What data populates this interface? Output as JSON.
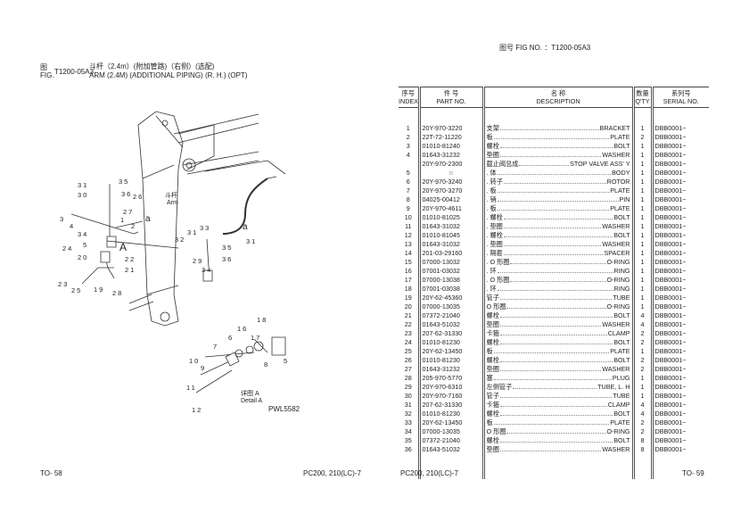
{
  "header": {
    "fig_no_label": "图号 FIG NO. ：T1200-05A3",
    "fig_cn": "图",
    "fig_en": "FIG.",
    "fig_code": "T1200-05A3",
    "title_cn": "斗杆（2.4m）(附加管路)（右侧）(选配)",
    "title_en": "ARM (2.4M) (ADDITIONAL PIPING) (R. H.) (OPT)"
  },
  "table": {
    "headers": {
      "index_cn": "序号",
      "index_en": "INDEX",
      "part_cn": "件 号",
      "part_en": "PART NO.",
      "desc_cn": "名 称",
      "desc_en": "DESCRIPTION",
      "qty_cn": "数量",
      "qty_en": "Q'TY",
      "serial_cn": "系列号",
      "serial_en": "SERIAL NO."
    },
    "rows": [
      {
        "i": "1",
        "p": "20Y-970-3220",
        "cn": "支架",
        "en": "BRACKET",
        "q": "1",
        "s": "DBB0001~"
      },
      {
        "i": "2",
        "p": "22T-72-11220",
        "cn": "板",
        "en": "PLATE",
        "q": "2",
        "s": "DBB0001~"
      },
      {
        "i": "3",
        "p": "01010-81240",
        "cn": "螺栓",
        "en": "BOLT",
        "q": "1",
        "s": "DBB0001~"
      },
      {
        "i": "4",
        "p": "01643-31232",
        "cn": "垫圈",
        "en": "WASHER",
        "q": "1",
        "s": "DBB0001~"
      },
      {
        "i": "",
        "p": "20Y-970-2300",
        "cn": "截止阀总成",
        "en": "STOP VALVE ASS' Y",
        "q": "1",
        "s": "DBB0001~"
      },
      {
        "i": "5",
        "p": "☆",
        "cn": ". 体",
        "en": "BODY",
        "q": "1",
        "s": "DBB0001~"
      },
      {
        "i": "6",
        "p": "20Y-970-3240",
        "cn": ". 转子",
        "en": "ROTOR",
        "q": "1",
        "s": "DBB0001~"
      },
      {
        "i": "7",
        "p": "20Y-970-3270",
        "cn": ". 板",
        "en": "PLATE",
        "q": "1",
        "s": "DBB0001~"
      },
      {
        "i": "8",
        "p": "04025-00412",
        "cn": ". 销",
        "en": "PIN",
        "q": "1",
        "s": "DBB0001~"
      },
      {
        "i": "9",
        "p": "20Y-970-4611",
        "cn": ". 板",
        "en": "PLATE",
        "q": "1",
        "s": "DBB0001~"
      },
      {
        "i": "10",
        "p": "01010-81025",
        "cn": ". 螺栓",
        "en": "BOLT",
        "q": "1",
        "s": "DBB0001~"
      },
      {
        "i": "11",
        "p": "01643-31032",
        "cn": ". 垫圈",
        "en": "WASHER",
        "q": "1",
        "s": "DBB0001~"
      },
      {
        "i": "12",
        "p": "01010-81045",
        "cn": ". 螺栓",
        "en": "BOLT",
        "q": "1",
        "s": "DBB0001~"
      },
      {
        "i": "13",
        "p": "01643-31032",
        "cn": ". 垫圈",
        "en": "WASHER",
        "q": "1",
        "s": "DBB0001~"
      },
      {
        "i": "14",
        "p": "201-03-29160",
        "cn": ". 隔套",
        "en": "SPACER",
        "q": "1",
        "s": "DBB0001~"
      },
      {
        "i": "15",
        "p": "07000-13032",
        "cn": ". O 形圈",
        "en": "O-RING",
        "q": "1",
        "s": "DBB0001~"
      },
      {
        "i": "16",
        "p": "07001-03032",
        "cn": ". 环",
        "en": "RING",
        "q": "1",
        "s": "DBB0001~"
      },
      {
        "i": "17",
        "p": "07000-13038",
        "cn": ". O 形圈",
        "en": "O-RING",
        "q": "1",
        "s": "DBB0001~"
      },
      {
        "i": "18",
        "p": "07001-03038",
        "cn": ". 环",
        "en": "RING",
        "q": "1",
        "s": "DBB0001~"
      },
      {
        "i": "19",
        "p": "20Y-62-45360",
        "cn": "管子",
        "en": "TUBE",
        "q": "1",
        "s": "DBB0001~"
      },
      {
        "i": "20",
        "p": "07000-13035",
        "cn": "O 形圈",
        "en": "O-RING",
        "q": "1",
        "s": "DBB0001~"
      },
      {
        "i": "21",
        "p": "07372-21040",
        "cn": "螺栓",
        "en": "BOLT",
        "q": "4",
        "s": "DBB0001~"
      },
      {
        "i": "22",
        "p": "01643-51032",
        "cn": "垫圈",
        "en": "WASHER",
        "q": "4",
        "s": "DBB0001~"
      },
      {
        "i": "23",
        "p": "207-62-31330",
        "cn": "卡箍",
        "en": "CLAMP",
        "q": "2",
        "s": "DBB0001~"
      },
      {
        "i": "24",
        "p": "01010-81230",
        "cn": "螺栓",
        "en": "BOLT",
        "q": "2",
        "s": "DBB0001~"
      },
      {
        "i": "25",
        "p": "20Y-62-13450",
        "cn": "板",
        "en": "PLATE",
        "q": "1",
        "s": "DBB0001~"
      },
      {
        "i": "26",
        "p": "01010-81230",
        "cn": "螺栓",
        "en": "BOLT",
        "q": "2",
        "s": "DBB0001~"
      },
      {
        "i": "27",
        "p": "01643-31232",
        "cn": "垫圈",
        "en": "WASHER",
        "q": "2",
        "s": "DBB0001~"
      },
      {
        "i": "28",
        "p": "205-970-5770",
        "cn": "塞",
        "en": "PLUG",
        "q": "1",
        "s": "DBB0001~"
      },
      {
        "i": "29",
        "p": "20Y-970-6310",
        "cn": "左侧管子",
        "en": "TUBE, L. H",
        "q": "1",
        "s": "DBB0001~"
      },
      {
        "i": "30",
        "p": "20Y-970-7160",
        "cn": "管子",
        "en": "TUBE",
        "q": "1",
        "s": "DBB0001~"
      },
      {
        "i": "31",
        "p": "207-62-31330",
        "cn": "卡箍",
        "en": "CLAMP",
        "q": "4",
        "s": "DBB0001~"
      },
      {
        "i": "32",
        "p": "01010-81230",
        "cn": "螺栓",
        "en": "BOLT",
        "q": "4",
        "s": "DBB0001~"
      },
      {
        "i": "33",
        "p": "20Y-62-13450",
        "cn": "板",
        "en": "PLATE",
        "q": "2",
        "s": "DBB0001~"
      },
      {
        "i": "34",
        "p": "07000-13035",
        "cn": "O 形圈",
        "en": "O-RING",
        "q": "2",
        "s": "DBB0001~"
      },
      {
        "i": "35",
        "p": "07372-21040",
        "cn": "螺栓",
        "en": "BOLT",
        "q": "8",
        "s": "DBB0001~"
      },
      {
        "i": "36",
        "p": "01643-51032",
        "cn": "垫圈",
        "en": "WASHER",
        "q": "8",
        "s": "DBB0001~"
      }
    ]
  },
  "diagram": {
    "arm_cn": "斗杆",
    "arm_en": "Arm",
    "detail_cn": "详图 A",
    "detail_en": "Detail A",
    "view_label": "A",
    "drawing_no": "PWL5582",
    "callouts": [
      "31",
      "35",
      "30",
      "36",
      "26",
      "27",
      "3",
      "4",
      "1",
      "2",
      "a",
      "34",
      "5",
      "24",
      "20",
      "22",
      "21",
      "23",
      "25",
      "19",
      "28",
      "32",
      "31",
      "33",
      "a",
      "31",
      "35",
      "29",
      "36",
      "34",
      "18",
      "16",
      "6",
      "17",
      "7",
      "8",
      "5",
      "10",
      "9",
      "11",
      "12"
    ]
  },
  "footer": {
    "left_page": "TO- 58",
    "left_model": "PC200, 210(LC)-7",
    "right_model": "PC200, 210(LC)-7",
    "right_page": "TO- 59"
  }
}
